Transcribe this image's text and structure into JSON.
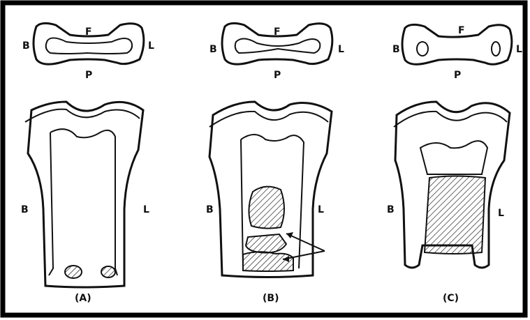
{
  "figure": {
    "panels": [
      {
        "caption": "(A)",
        "cross_section": {
          "top": "F",
          "bottom": "P",
          "left": "B",
          "right": "L"
        },
        "side_labels": {
          "left": "B",
          "right": "L"
        }
      },
      {
        "caption": "(B)",
        "cross_section": {
          "top": "F",
          "bottom": "P",
          "left": "B",
          "right": "L"
        },
        "side_labels": {
          "left": "B",
          "right": "L"
        }
      },
      {
        "caption": "(C)",
        "cross_section": {
          "top": "F",
          "bottom": "P",
          "left": "B",
          "right": "L"
        },
        "side_labels": {
          "left": "B",
          "right": "L"
        }
      }
    ]
  },
  "colors": {
    "frame": "#000000",
    "background": "#ffffff",
    "ink": "#111111"
  }
}
